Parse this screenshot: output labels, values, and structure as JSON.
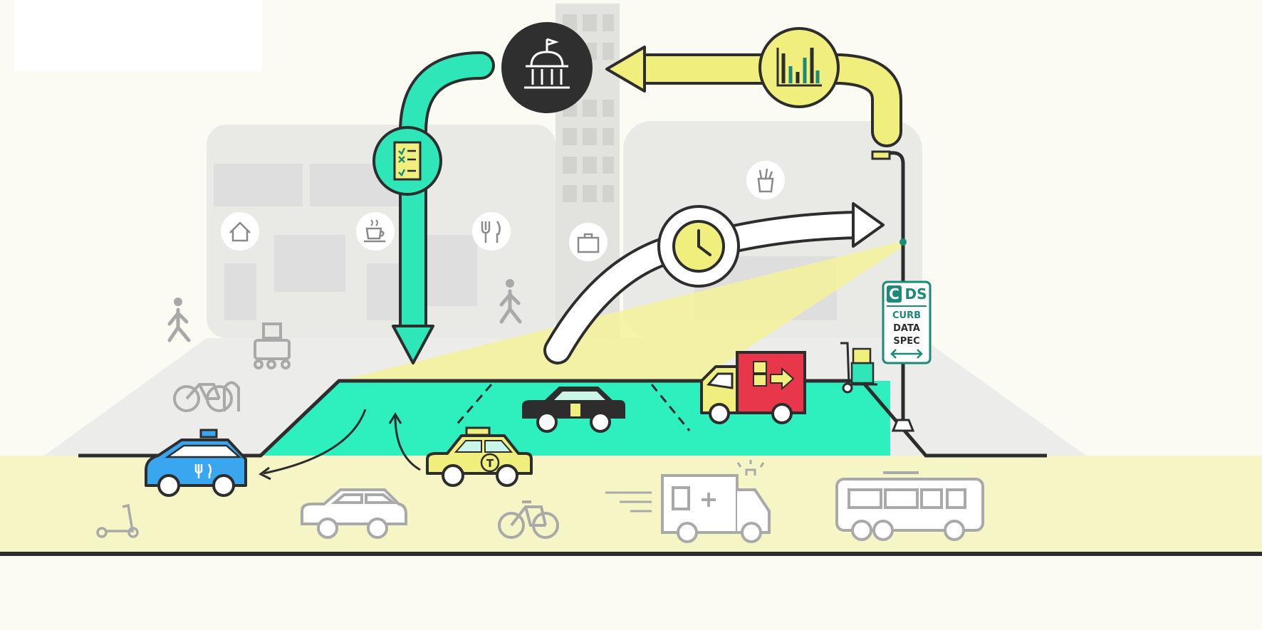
{
  "sign": {
    "letter_c": "C",
    "letters_ds": "DS",
    "line1": "CURB",
    "line2": "DATA",
    "line3": "SPEC"
  },
  "taxi_badge": "T",
  "colors": {
    "background": "#fbfbf4",
    "building": "#e9e9e6",
    "building_detail": "#dcdcd9",
    "sidewalk": "#ececea",
    "road": "#f6f5c6",
    "curb_zone": "#2ef0bf",
    "curb_stroke": "#2d2d2d",
    "light_beam": "#f3f29a",
    "yellow_arrow": "#f0ef7d",
    "green_arrow": "#2ee6b8",
    "white_arrow": "#ffffff",
    "city_hall_circle": "#2f2f2f",
    "sign_teal": "#1b8a77",
    "gray_vehicle": "#a9a9a9",
    "blue_car": "#3aa6f0",
    "taxi_yellow": "#f0ef7d",
    "delivery_red": "#e8364a"
  },
  "icons": [
    "city-hall-icon",
    "bar-chart-icon",
    "checklist-icon",
    "clock-icon",
    "house-icon",
    "coffee-icon",
    "fork-knife-icon",
    "briefcase-icon",
    "grocery-bag-icon",
    "pedestrian-icon",
    "delivery-robot-icon",
    "bike-rack-icon",
    "hand-truck-icon",
    "scooter-icon",
    "bicycle-icon",
    "street-lamp-icon"
  ]
}
